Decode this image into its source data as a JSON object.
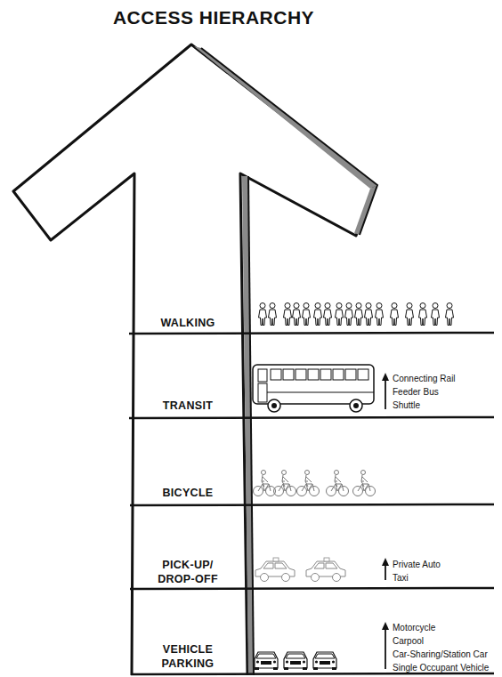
{
  "diagram": {
    "title": "ACCESS HIERARCHY",
    "nodes": [
      {
        "text": [
          "WALKING"
        ]
      },
      {
        "text": [
          "TRANSIT",
          "Connecting Rail",
          "Feeder Bus",
          "Shuttle"
        ]
      },
      {
        "text": [
          "BICYCLE"
        ]
      },
      {
        "text": [
          "PICK-UP/ DROP-OFF",
          "Private Auto",
          "Taxi"
        ]
      },
      {
        "text": [
          "VEHICLE PARKING",
          "Motorcycle",
          "Carpool",
          "Car-Sharing/Station Car",
          "Single Occupant Vehicle"
        ]
      }
    ]
  }
}
